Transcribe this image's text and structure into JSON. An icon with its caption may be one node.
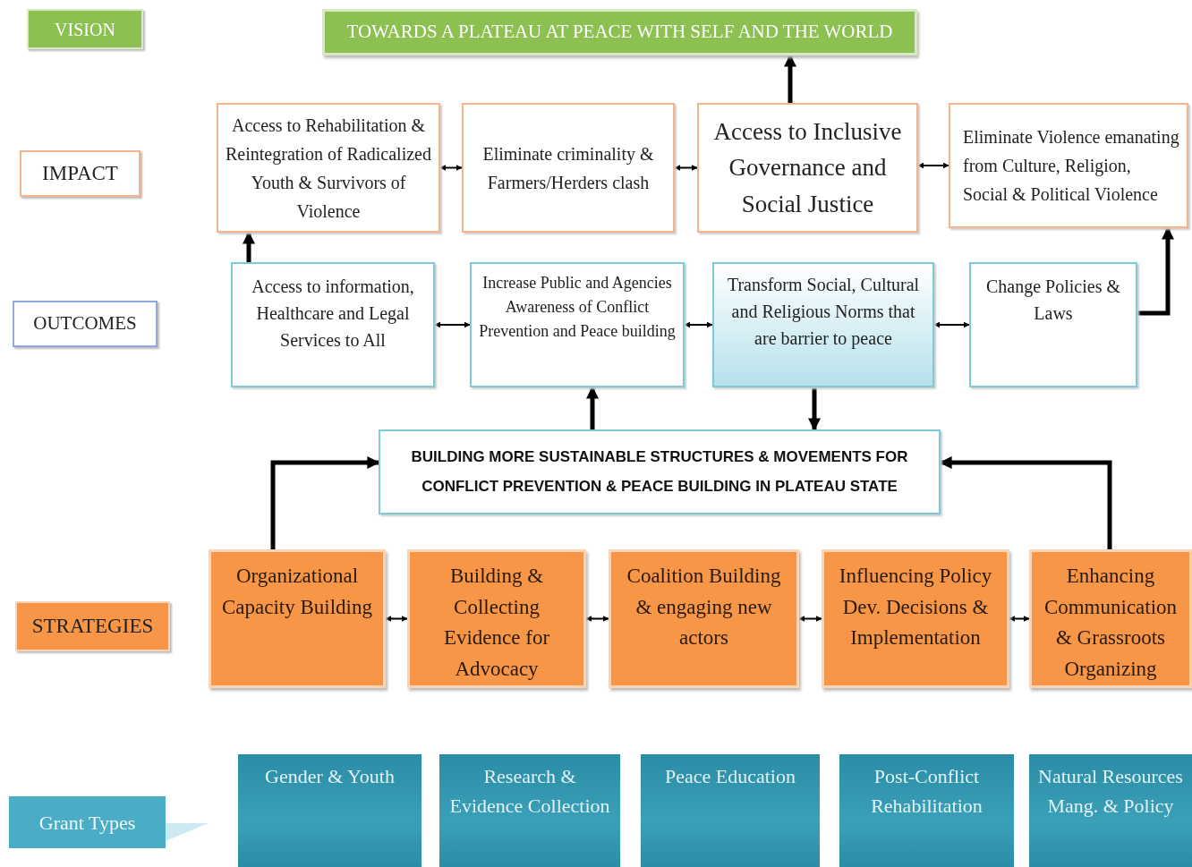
{
  "diagram": {
    "nodes": [
      {
        "text": [
          "VISION"
        ]
      },
      {
        "text": [
          "TOWARDS A PLATEAU AT PEACE WITH SELF AND THE WORLD"
        ]
      },
      {
        "text": [
          "IMPACT"
        ]
      },
      {
        "text": [
          "Access to Rehabilitation & Reintegration of Radicalized Youth & Survivors of Violence"
        ]
      },
      {
        "text": [
          "Eliminate criminality & Farmers/Herders clash"
        ]
      },
      {
        "text": [
          "Access to Inclusive Governance and Social Justice"
        ]
      },
      {
        "text": [
          "Eliminate Violence emanating from Culture, Religion, Social & Political Violence"
        ]
      },
      {
        "text": [
          "OUTCOMES"
        ]
      },
      {
        "text": [
          "Access to information, Healthcare and Legal Services to All"
        ]
      },
      {
        "text": [
          "Increase Public and Agencies Awareness of Conflict Prevention and Peace building"
        ]
      },
      {
        "text": [
          "Transform Social, Cultural and Religious Norms that are barrier to peace"
        ]
      },
      {
        "text": [
          "Change Policies & Laws"
        ]
      },
      {
        "text": [
          "BUILDING MORE SUSTAINABLE STRUCTURES & MOVEMENTS FOR CONFLICT PREVENTION & PEACE BUILDING IN PLATEAU STATE"
        ]
      },
      {
        "text": [
          "STRATEGIES"
        ]
      },
      {
        "text": [
          "Organizational Capacity Building"
        ]
      },
      {
        "text": [
          "Building & Collecting Evidence for Advocacy"
        ]
      },
      {
        "text": [
          "Coalition Building & engaging new actors"
        ]
      },
      {
        "text": [
          "Influencing Policy Dev. Decisions & Implementation"
        ]
      },
      {
        "text": [
          "Enhancing Communication & Grassroots Organizing"
        ]
      },
      {
        "text": [
          "Grant Types"
        ]
      },
      {
        "text": [
          "Gender & Youth"
        ]
      },
      {
        "text": [
          "Research & Evidence Collection"
        ]
      },
      {
        "text": [
          "Peace Education"
        ]
      },
      {
        "text": [
          "Post-Conflict Rehabilitation"
        ]
      },
      {
        "text": [
          "Natural Resources Mang. & Policy"
        ]
      }
    ],
    "edges": [
      {
        "from": 5,
        "to": 1,
        "arrow": "to",
        "style": "thick"
      },
      {
        "from": 3,
        "to": 4,
        "arrow": "both"
      },
      {
        "from": 4,
        "to": 5,
        "arrow": "both"
      },
      {
        "from": 5,
        "to": 6,
        "arrow": "both"
      },
      {
        "from": 8,
        "to": 3,
        "arrow": "to",
        "style": "thick"
      },
      {
        "from": 8,
        "to": 9,
        "arrow": "both"
      },
      {
        "from": 9,
        "to": 10,
        "arrow": "both"
      },
      {
        "from": 10,
        "to": 11,
        "arrow": "both"
      },
      {
        "from": 11,
        "to": 6,
        "arrow": "to",
        "style": "thick"
      },
      {
        "from": 12,
        "to": 9,
        "arrow": "to",
        "style": "thick"
      },
      {
        "from": 10,
        "to": 12,
        "arrow": "to",
        "style": "thick"
      },
      {
        "from": 14,
        "to": 15,
        "arrow": "both"
      },
      {
        "from": 15,
        "to": 16,
        "arrow": "both"
      },
      {
        "from": 16,
        "to": 17,
        "arrow": "both"
      },
      {
        "from": 17,
        "to": 18,
        "arrow": "both"
      },
      {
        "from": 14,
        "to": 12,
        "arrow": "to",
        "style": "thick"
      },
      {
        "from": 18,
        "to": 12,
        "arrow": "to",
        "style": "thick"
      }
    ]
  }
}
